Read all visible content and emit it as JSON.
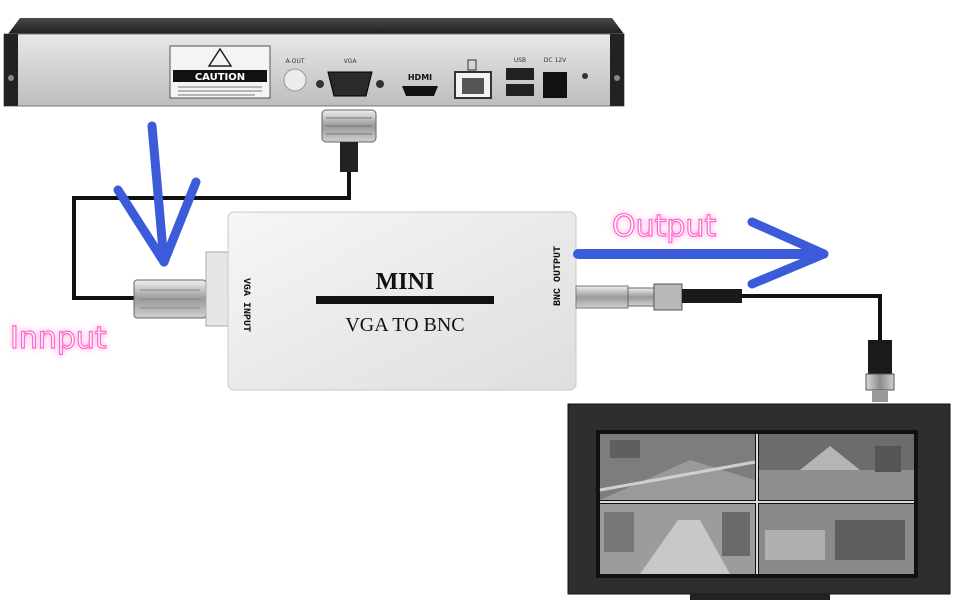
{
  "nvr": {
    "caution_label": "CAUTION",
    "port_aout": "A-OUT",
    "port_vga": "VGA",
    "port_hdmi": "HDMI",
    "port_usb": "USB",
    "port_dc": "DC 12V"
  },
  "converter": {
    "title": "MINI",
    "subtitle": "VGA TO BNC",
    "input_side_label": "VGA INPUT",
    "output_side_label": "BNC OUTPUT"
  },
  "annotations": {
    "input_label": "Innput",
    "output_label": "Output",
    "arrow_color": "#3b5bdb",
    "label_color": "#ff66cc"
  },
  "icons": [
    "warning-triangle-icon",
    "down-arrow-icon",
    "right-arrow-icon"
  ]
}
